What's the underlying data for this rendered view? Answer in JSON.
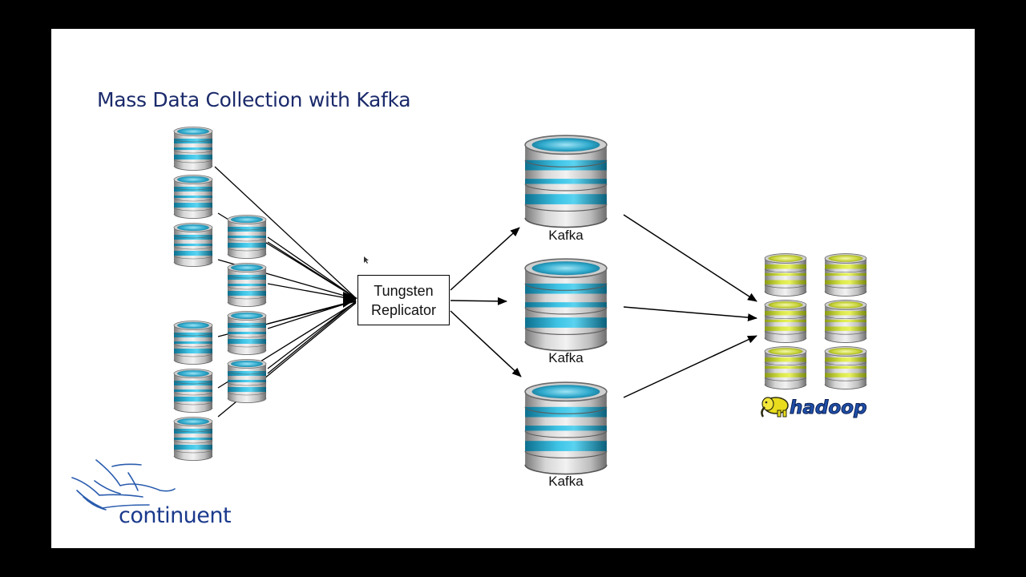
{
  "slide": {
    "title": "Mass Data Collection with Kafka"
  },
  "replicator": {
    "line1": "Tungsten",
    "line2": "Replicator"
  },
  "kafka_nodes": [
    {
      "label": "Kafka"
    },
    {
      "label": "Kafka"
    },
    {
      "label": "Kafka"
    }
  ],
  "hadoop": {
    "logo_text": "hadoop"
  },
  "brand": {
    "name": "continuent"
  },
  "colors": {
    "title": "#1b2a6b",
    "db_band": "#1fa6c9",
    "hadoop_band": "#c9d636",
    "brand": "#1b3a8c"
  },
  "icons": {
    "source_db": "database-icon",
    "kafka_db": "database-icon",
    "hadoop_db": "database-icon",
    "hadoop_mascot": "elephant-icon",
    "brand_logo": "bird-logo-icon"
  }
}
